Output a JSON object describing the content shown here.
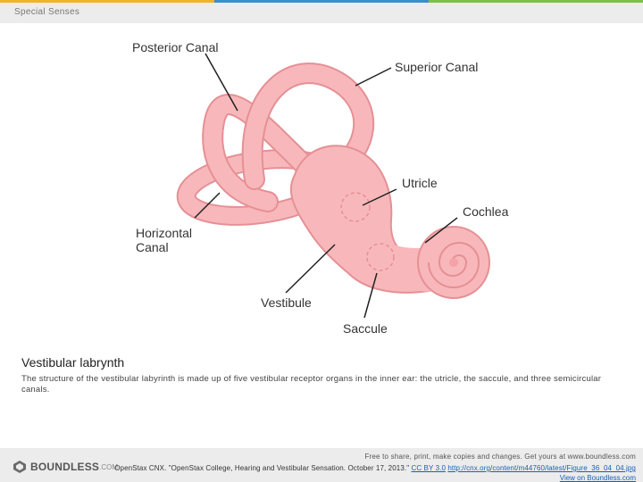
{
  "header": {
    "section_title": "Special Senses"
  },
  "diagram": {
    "labels": {
      "posterior_canal": "Posterior Canal",
      "superior_canal": "Superior Canal",
      "utricle": "Utricle",
      "cochlea": "Cochlea",
      "horizontal_canal_1": "Horizontal",
      "horizontal_canal_2": "Canal",
      "vestibule": "Vestibule",
      "saccule": "Saccule"
    },
    "colors": {
      "fill": "#f8b8bb",
      "stroke": "#e59095",
      "shadow": "#f3a2a8"
    }
  },
  "caption": {
    "title": "Vestibular labrynth",
    "text": "The structure of the vestibular labyrinth is made up of five vestibular receptor organs in the inner ear: the utricle, the saccule, and three semicircular canals."
  },
  "footer": {
    "logo_text": "BOUNDLESS",
    "logo_suffix": ".COM",
    "free_text": "Free to share, print, make copies and changes. Get yours at www.boundless.com",
    "attribution": "OpenStax CNX. \"OpenStax College, Hearing and Vestibular Sensation. October 17, 2013.\"",
    "license_link": "CC BY 3.0",
    "source_link": "http://cnx.org/content/m44760/latest/Figure_36_04_04.jpg",
    "view_link": "View on Boundless.com"
  }
}
